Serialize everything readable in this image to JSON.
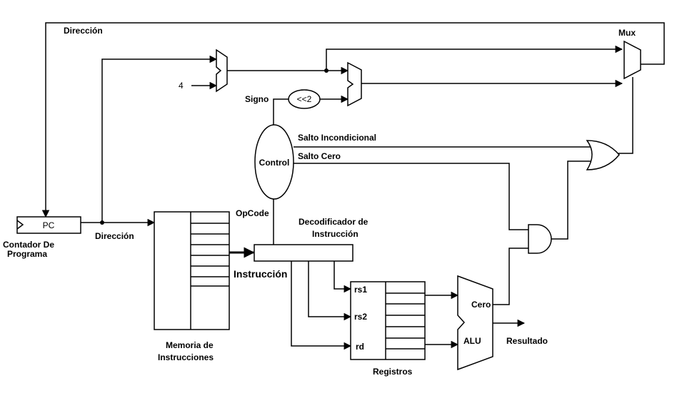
{
  "labels": {
    "direccion_top": "Dirección",
    "mux": "Mux",
    "four": "4",
    "signo": "Signo",
    "shift": "<<2",
    "salto_incondicional": "Salto Incondicional",
    "salto_cero": "Salto Cero",
    "control": "Control",
    "pc": "PC",
    "contador_line1": "Contador De",
    "contador_line2": "Programa",
    "direccion_bottom": "Dirección",
    "opcode": "OpCode",
    "decodificador_line1": "Decodificador de",
    "decodificador_line2": "Instrucción",
    "instruccion": "Instrucción",
    "rs1": "rs1",
    "rs2": "rs2",
    "rd": "rd",
    "cero": "Cero",
    "alu": "ALU",
    "resultado": "Resultado",
    "memoria_line1": "Memoria de",
    "memoria_line2": "Instrucciones",
    "registros": "Registros"
  }
}
